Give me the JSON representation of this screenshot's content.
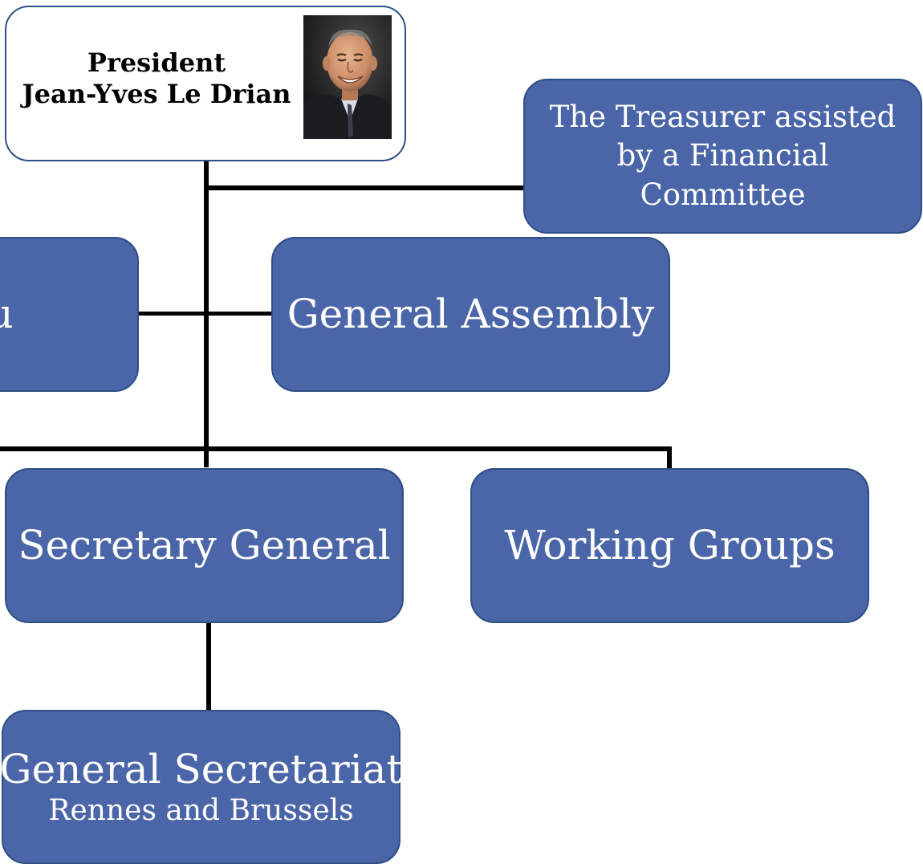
{
  "president": {
    "title": "President",
    "name": "Jean-Yves Le Drian"
  },
  "treasurer": {
    "label": "The Treasurer assisted by a Financial Committee"
  },
  "bureau": {
    "label": "Bureau"
  },
  "general_assembly": {
    "label": "General Assembly"
  },
  "secretary_general": {
    "label": "Secretary General"
  },
  "working_groups": {
    "label": "Working Groups"
  },
  "general_secretariat": {
    "label": "General Secretariat",
    "sublabel": "Rennes and Brussels"
  },
  "colors": {
    "box_fill": "#4a65a8",
    "box_border": "#2f4f86",
    "connector": "#000000"
  }
}
